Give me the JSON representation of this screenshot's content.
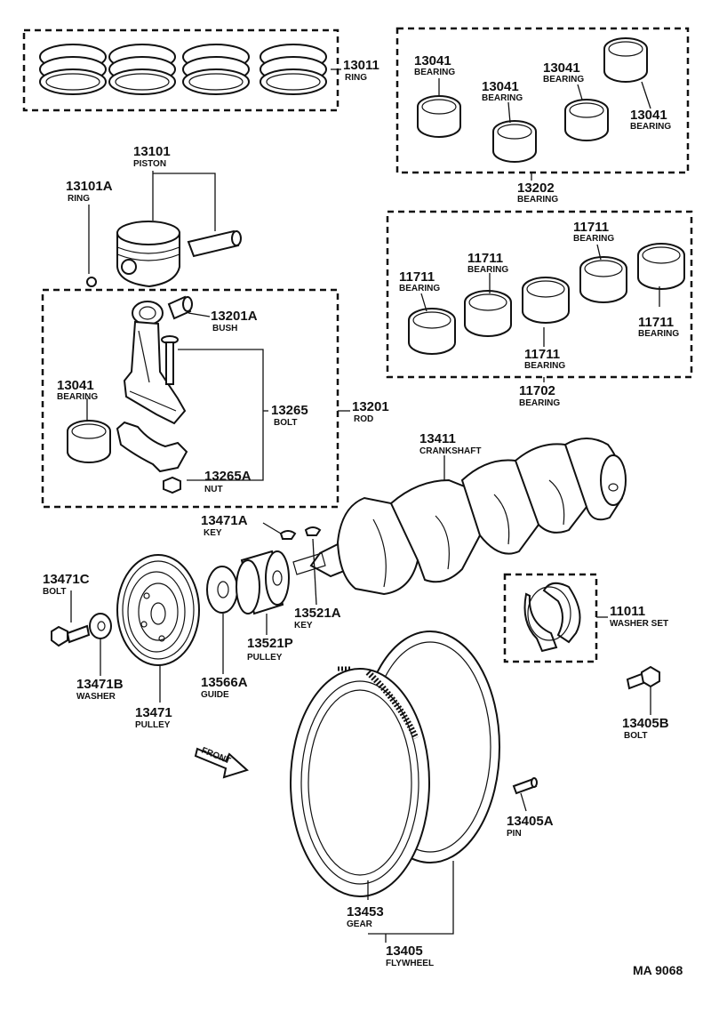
{
  "parts": {
    "p13011": {
      "num": "13011",
      "name": "RING"
    },
    "p13041_a": {
      "num": "13041",
      "name": "BEARING"
    },
    "p13041_b": {
      "num": "13041",
      "name": "BEARING"
    },
    "p13041_c": {
      "num": "13041",
      "name": "BEARING"
    },
    "p13041_d": {
      "num": "13041",
      "name": "BEARING"
    },
    "p13202": {
      "num": "13202",
      "name": "BEARING"
    },
    "p13101": {
      "num": "13101",
      "name": "PISTON"
    },
    "p13101A": {
      "num": "13101A",
      "name": "RING"
    },
    "p11711_a": {
      "num": "11711",
      "name": "BEARING"
    },
    "p11711_b": {
      "num": "11711",
      "name": "BEARING"
    },
    "p11711_c": {
      "num": "11711",
      "name": "BEARING"
    },
    "p11711_d": {
      "num": "11711",
      "name": "BEARING"
    },
    "p11711_e": {
      "num": "11711",
      "name": "BEARING"
    },
    "p11702": {
      "num": "11702",
      "name": "BEARING"
    },
    "p13201A": {
      "num": "13201A",
      "name": "BUSH"
    },
    "p13041_rod": {
      "num": "13041",
      "name": "BEARING"
    },
    "p13265": {
      "num": "13265",
      "name": "BOLT"
    },
    "p13201": {
      "num": "13201",
      "name": "ROD"
    },
    "p13265A": {
      "num": "13265A",
      "name": "NUT"
    },
    "p13411": {
      "num": "13411",
      "name": "CRANKSHAFT"
    },
    "p13471A": {
      "num": "13471A",
      "name": "KEY"
    },
    "p13471C": {
      "num": "13471C",
      "name": "BOLT"
    },
    "p13521A": {
      "num": "13521A",
      "name": "KEY"
    },
    "p11011": {
      "num": "11011",
      "name": "WASHER SET"
    },
    "p13521P": {
      "num": "13521P",
      "name": "PULLEY"
    },
    "p13471B": {
      "num": "13471B",
      "name": "WASHER"
    },
    "p13566A": {
      "num": "13566A",
      "name": "GUIDE"
    },
    "p13471": {
      "num": "13471",
      "name": "PULLEY"
    },
    "p13405B": {
      "num": "13405B",
      "name": "BOLT"
    },
    "p13405A": {
      "num": "13405A",
      "name": "PIN"
    },
    "p13453": {
      "num": "13453",
      "name": "GEAR"
    },
    "p13405": {
      "num": "13405",
      "name": "FLYWHEEL"
    }
  },
  "front_arrow": "FRONT",
  "drawing_code": "MA 9068"
}
